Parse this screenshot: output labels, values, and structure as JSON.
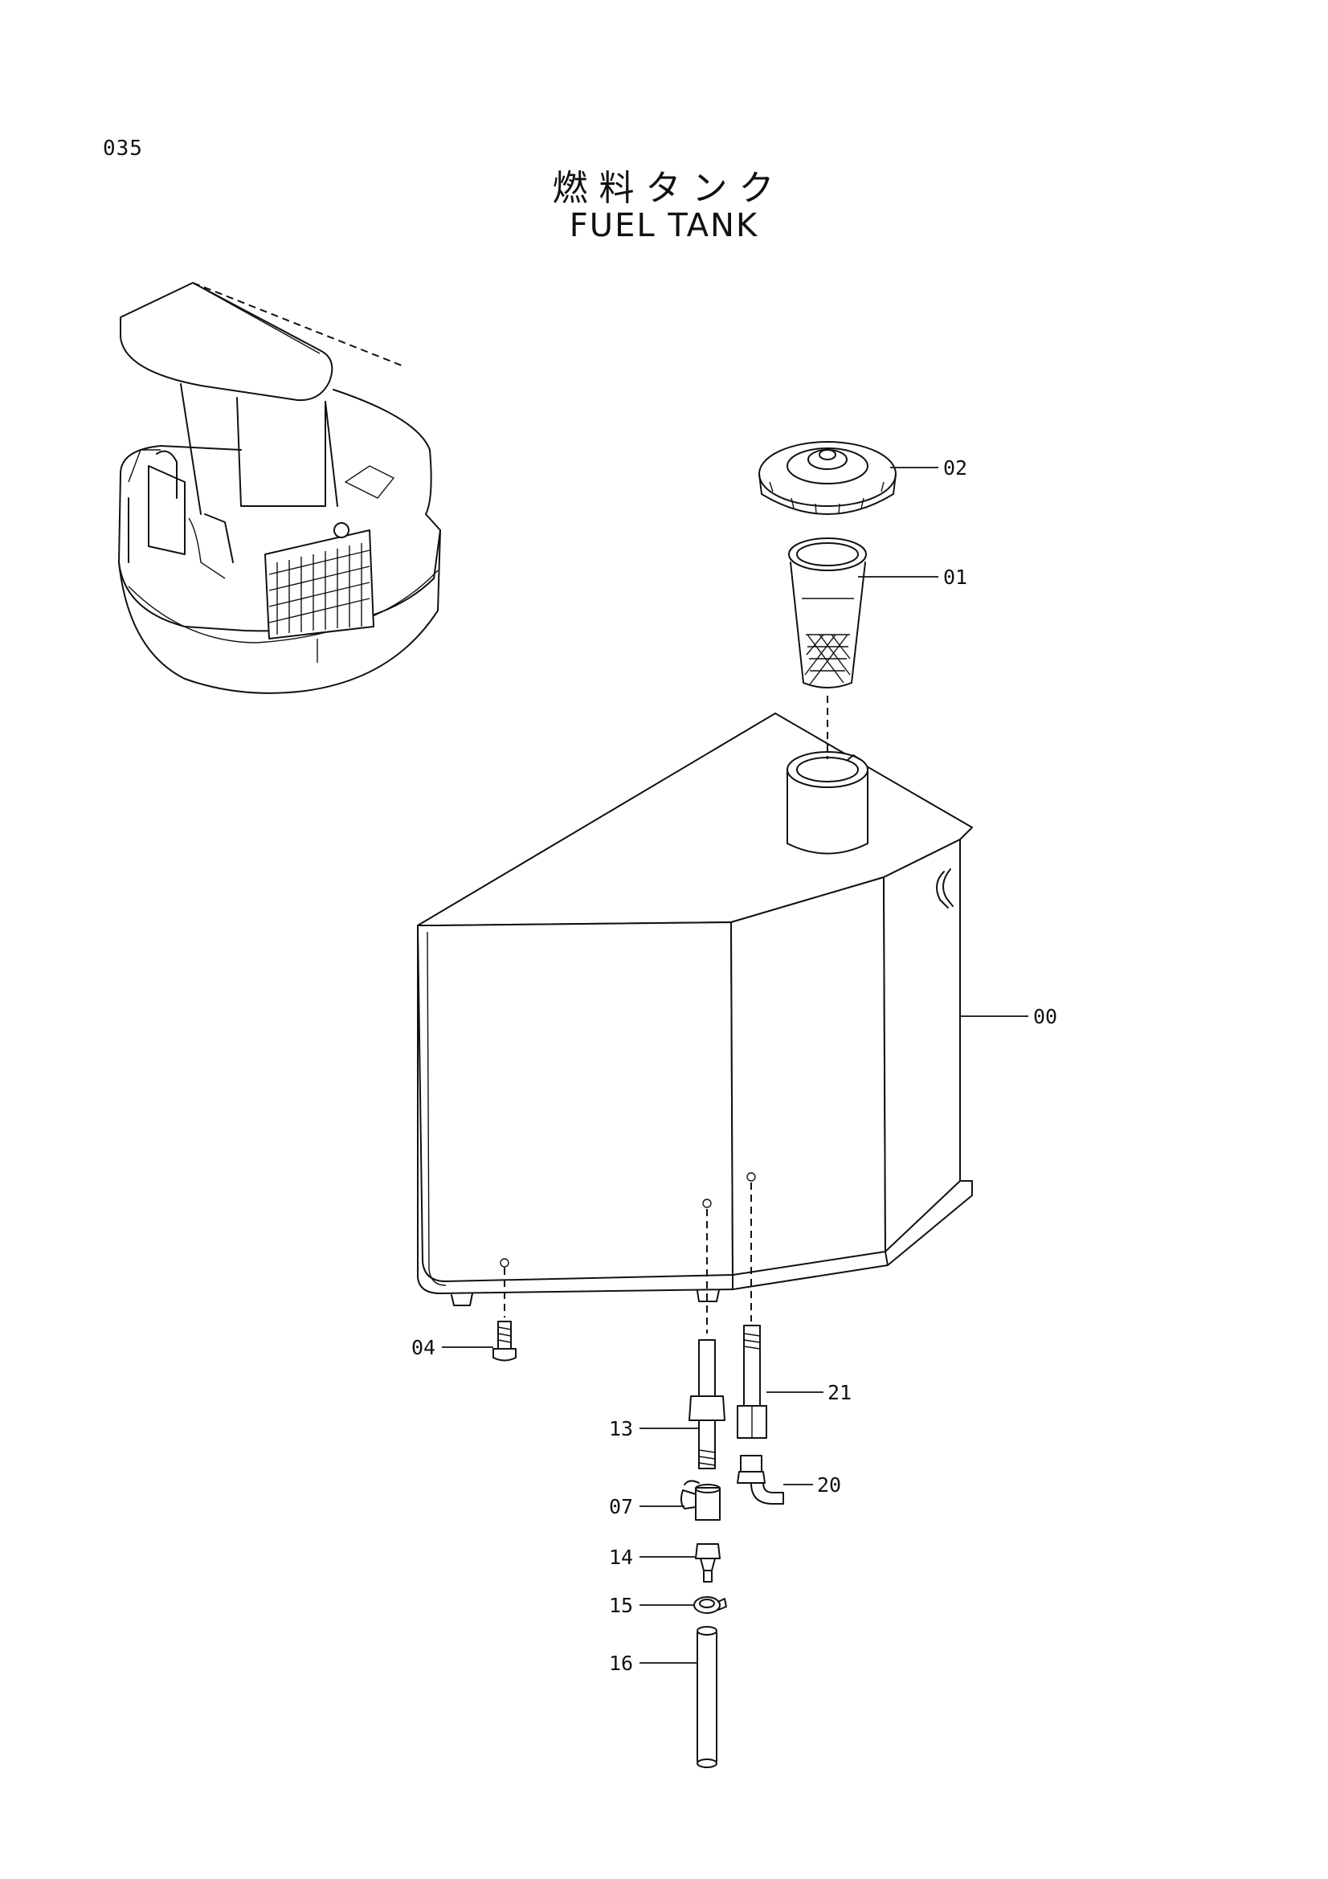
{
  "page_number": "035",
  "title_jp": "燃料タンク",
  "title_en": "FUEL TANK",
  "callouts": [
    {
      "id": "02",
      "label": "02"
    },
    {
      "id": "01",
      "label": "01"
    },
    {
      "id": "00",
      "label": "00"
    },
    {
      "id": "04",
      "label": "04"
    },
    {
      "id": "21",
      "label": "21"
    },
    {
      "id": "13",
      "label": "13"
    },
    {
      "id": "20",
      "label": "20"
    },
    {
      "id": "07",
      "label": "07"
    },
    {
      "id": "14",
      "label": "14"
    },
    {
      "id": "15",
      "label": "15"
    },
    {
      "id": "16",
      "label": "16"
    }
  ]
}
